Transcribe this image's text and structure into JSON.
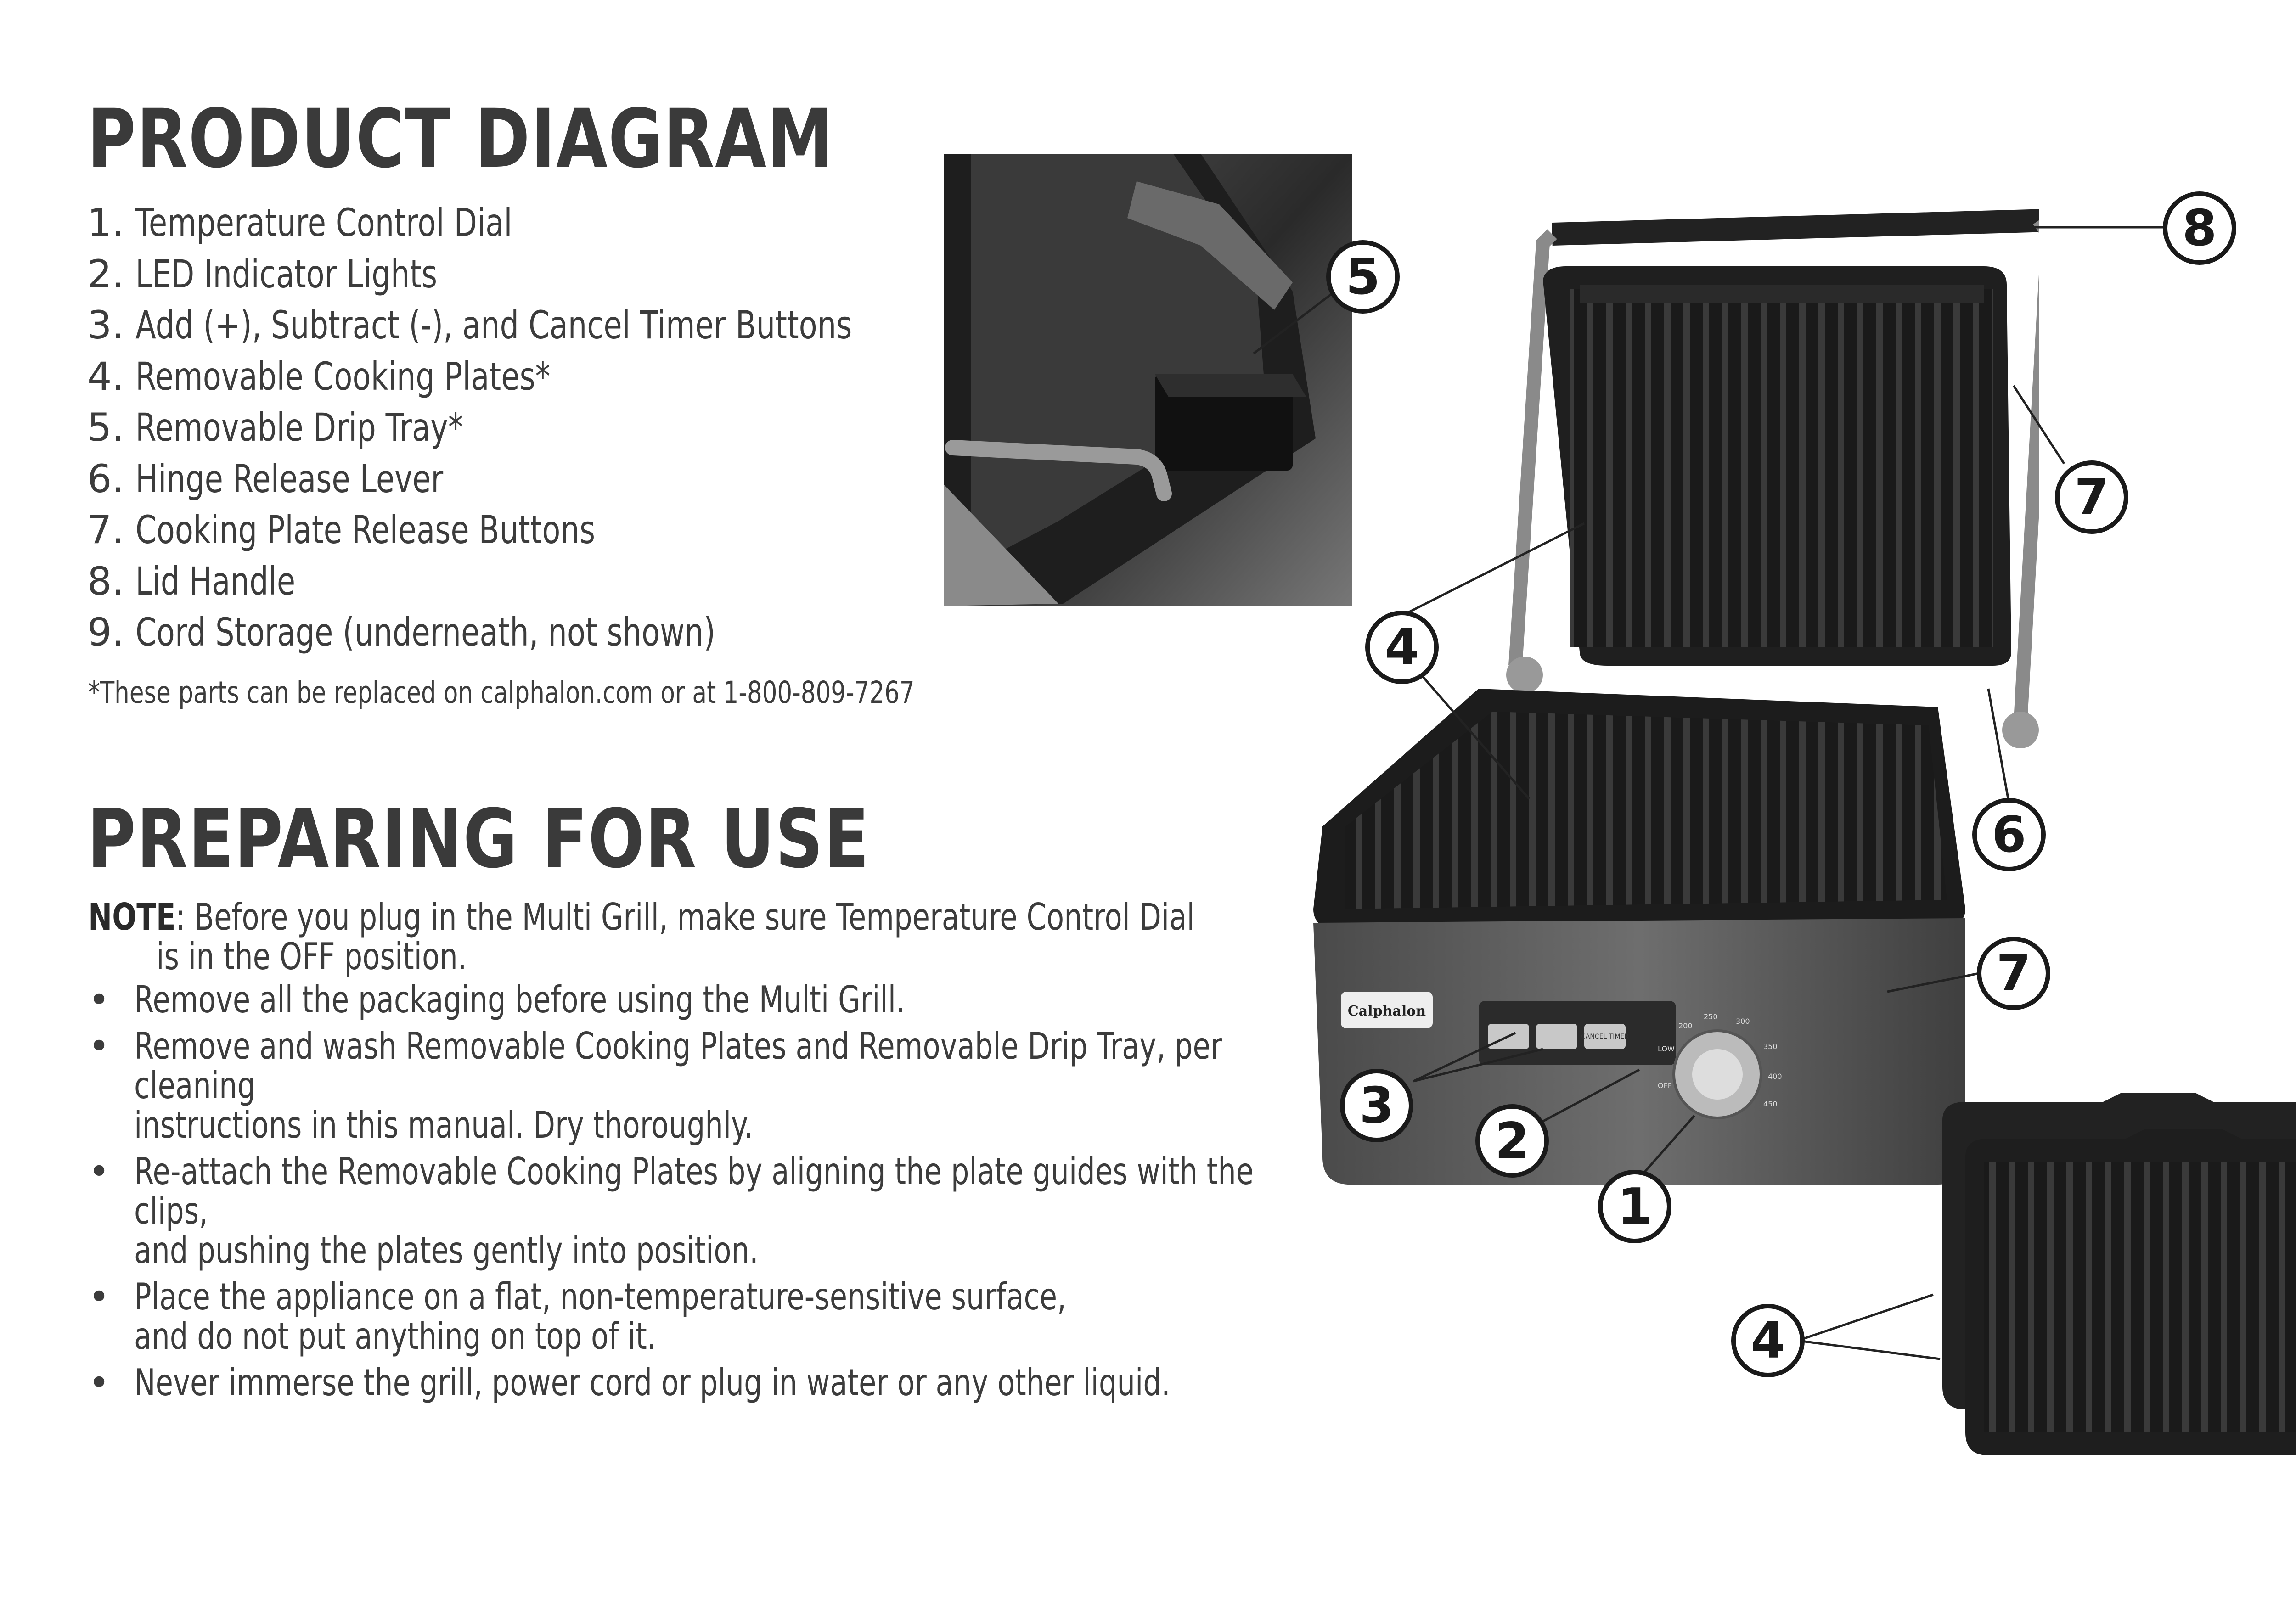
{
  "product_diagram": {
    "title": "PRODUCT DIAGRAM",
    "items": [
      {
        "num": "1.",
        "text": "Temperature Control Dial"
      },
      {
        "num": "2.",
        "text": "LED Indicator Lights"
      },
      {
        "num": "3.",
        "text": "Add (+), Subtract (-), and Cancel Timer Buttons"
      },
      {
        "num": "4.",
        "text": "Removable Cooking Plates*"
      },
      {
        "num": "5.",
        "text": "Removable Drip Tray*"
      },
      {
        "num": "6.",
        "text": "Hinge Release Lever"
      },
      {
        "num": "7.",
        "text": "Cooking Plate Release Buttons"
      },
      {
        "num": "8.",
        "text": "Lid Handle"
      },
      {
        "num": "9.",
        "text": "Cord Storage (underneath, not shown)"
      }
    ],
    "footnote": "*These parts can be replaced on calphalon.com or at 1-800-809-7267"
  },
  "preparing": {
    "title": "PREPARING FOR USE",
    "note_label": "NOTE",
    "note_line1": ": Before you plug in the Multi Grill, make sure Temperature Control Dial",
    "note_line2": "is in the OFF position.",
    "bullet_glyph": "•",
    "bullets": [
      "Remove all the packaging before using the Multi Grill.",
      "Remove and wash Removable Cooking Plates and Removable Drip Tray, per cleaning\ninstructions in this manual. Dry thoroughly.",
      "Re-attach the Removable Cooking Plates by aligning the plate guides with the clips,\nand pushing the plates gently into position.",
      "Place the appliance on a flat, non-temperature-sensitive surface,\nand do not put anything on top of it.",
      "Never immerse the grill, power cord or plug in water or any other liquid."
    ]
  },
  "callouts": {
    "c1": "1",
    "c2": "2",
    "c3": "3",
    "c4a": "4",
    "c4b": "4",
    "c5": "5",
    "c6": "6",
    "c7a": "7",
    "c7b": "7",
    "c8": "8"
  },
  "grill_panel": {
    "brand": "Calphalon",
    "timer_label": "CANCEL TIMER",
    "dial_marks": [
      "200",
      "250",
      "300",
      "350",
      "400",
      "450",
      "LOW",
      "OFF"
    ]
  }
}
